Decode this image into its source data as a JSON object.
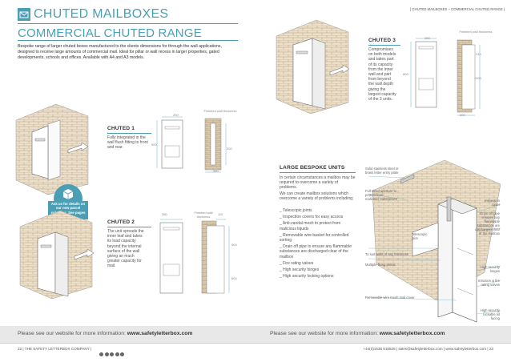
{
  "header": {
    "right_text": "|   CHUTED MAILBOXES – COMMERCIAL CHUTED RANGE   |",
    "title": "CHUTED MAILBOXES",
    "subtitle": "COMMERCIAL CHUTED RANGE",
    "intro": "Bespoke range of larger chuted boxes manufactured to the clients dimensions for through the wall applications, designed to receive large amounts of commercial mail. Ideal for pillar or wall recess in larger properties, gated developments, schools and offices. Available with A4 and A3 models."
  },
  "chuted1": {
    "heading": "CHUTED 1",
    "text": "Fully integrated in the wall flush fitting to front and rear.",
    "wall_label": "Finished wall thickness",
    "dims": [
      "200",
      "900",
      "300",
      "380"
    ]
  },
  "chuted2": {
    "heading": "CHUTED 2",
    "text": "The unit spreads the inner leaf and takes its load capacity beyond the internal surface of the wall giving an much greater capacity for mail.",
    "wall_label": "Finished wall thickness",
    "dims": [
      "380",
      "110",
      "900",
      "600"
    ]
  },
  "chuted3": {
    "heading": "CHUTED 3",
    "text": "Compromises on both models and takes part of its capacity from the inner wall and part from beyond the wall depth giving the largest capacity of the 3 units.",
    "wall_label": "Finished wall thickness",
    "dims": [
      "280",
      "800",
      "1000",
      "240",
      "300"
    ]
  },
  "badge": {
    "text": "Ask us for details on our new parcel solutions. See pages 38–39."
  },
  "bespoke": {
    "heading": "LARGE BESPOKE UNITS",
    "intro1": "In certain circumstances a mailbox may be required to overcome a variety of problems.",
    "intro2": "We can create mailbox solutions which overcome a variety of problems including;",
    "items": [
      "_ Telescopic joints",
      "_ Inspection covers for easy access",
      "_ Anti-vandal mesh to protect from malicious liquids",
      "_ Removable wire basket for controlled sorting",
      "_ Drain off pipe to ensure any flammable substances are discharged clear of the mailbox",
      "_ Fire rating valves",
      "_ High security hinges",
      "_ High security locking options"
    ]
  },
  "diagram_labels": {
    "left": [
      "Solid stainless steel or brass letter entry plate",
      "Full sized aperture to protect from malicious substances",
      "Telescopic joint",
      "To suit walls of any thickness",
      "Multiple fixing points",
      "Removable wire mesh mail cover"
    ],
    "right": [
      "Inspection cover",
      "Drain off pipe ensures any flammable substances are discharged clear of the mailbox",
      "High security hinges",
      "Intrusion & fire rating valves",
      "High security lockable lid facing"
    ]
  },
  "footer": {
    "left_cta_prefix": "Please see our website for more information: ",
    "left_cta_url": "www.safetyletterbox.com",
    "right_cta_prefix": "Please see our website for more information: ",
    "right_cta_url": "www.safetyletterbox.com",
    "left_page": "22   |   THE SAFETY LETTERBOX COMPANY   |",
    "right_page": "+44(0)1636 816526   |   sales@safetyletterbox.com   |   www.safetyletterbox.com   |   23"
  },
  "colors": {
    "accent": "#4a9fb5",
    "brick": "#e9dcc6",
    "brick_line": "#b89f7c",
    "footer_band": "#e8e8e8"
  }
}
